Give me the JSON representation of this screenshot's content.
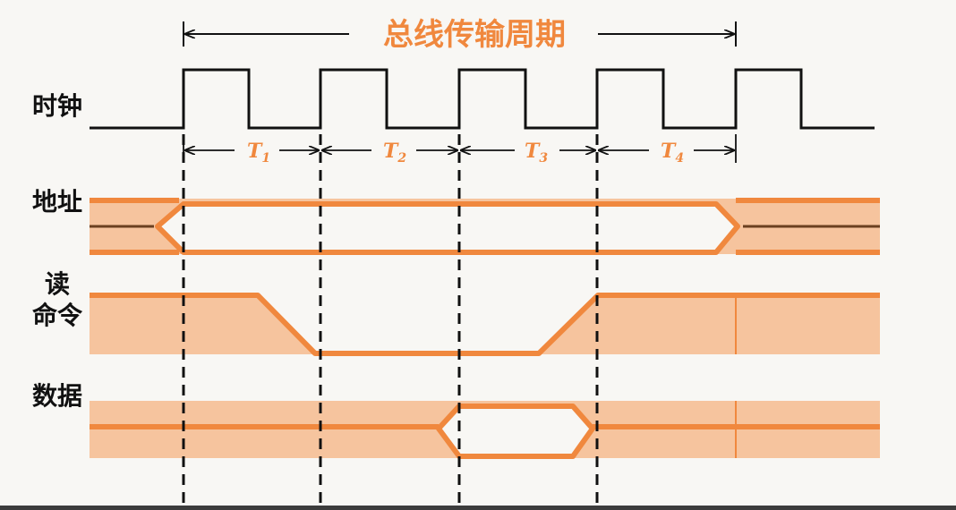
{
  "title": "总线传输周期",
  "signals": {
    "clock": "时钟",
    "address": "地址",
    "read_cmd_line1": "读",
    "read_cmd_line2": "命令",
    "data": "数据"
  },
  "periods": [
    {
      "letter": "T",
      "sub": "1"
    },
    {
      "letter": "T",
      "sub": "2"
    },
    {
      "letter": "T",
      "sub": "3"
    },
    {
      "letter": "T",
      "sub": "4"
    }
  ],
  "colors": {
    "accent": "#f0883e",
    "band": "#f6c49e",
    "line": "#111111"
  }
}
